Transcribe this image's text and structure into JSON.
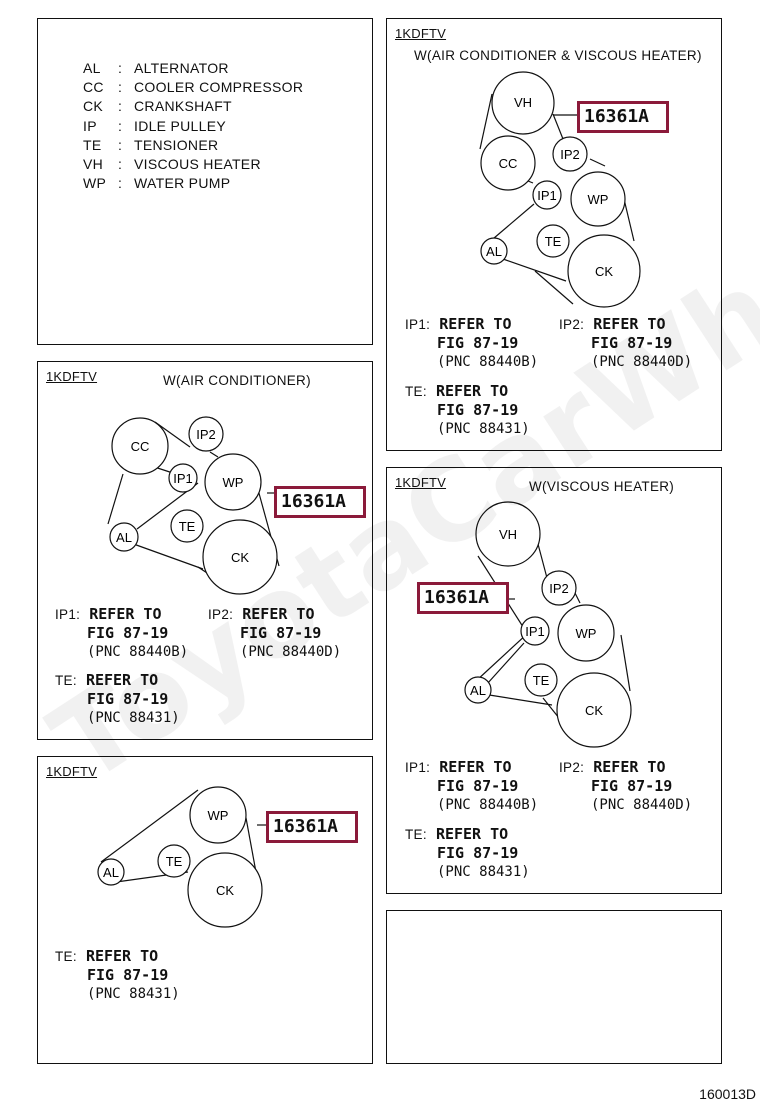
{
  "legend": {
    "items": [
      {
        "abbr": "AL",
        "sep": ":",
        "name": "ALTERNATOR"
      },
      {
        "abbr": "CC",
        "sep": ":",
        "name": "COOLER COMPRESSOR"
      },
      {
        "abbr": "CK",
        "sep": ":",
        "name": "CRANKSHAFT"
      },
      {
        "abbr": "IP",
        "sep": ":",
        "name": "IDLE PULLEY"
      },
      {
        "abbr": "TE",
        "sep": ":",
        "name": "TENSIONER"
      },
      {
        "abbr": "VH",
        "sep": ":",
        "name": "VISCOUS HEATER"
      },
      {
        "abbr": "WP",
        "sep": ":",
        "name": "WATER PUMP"
      }
    ]
  },
  "pulleys": {
    "AL": "AL",
    "CC": "CC",
    "CK": "CK",
    "IP1": "IP1",
    "IP2": "IP2",
    "TE": "TE",
    "VH": "VH",
    "WP": "WP"
  },
  "refs": {
    "ip1_label": "IP1:",
    "ip2_label": "IP2:",
    "te_label": "TE:",
    "refer_to": "REFER TO",
    "fig": "FIG 87-19",
    "pnc_ip1": "(PNC 88440B)",
    "pnc_ip2": "(PNC 88440D)",
    "pnc_te": "(PNC 88431)"
  },
  "panels": {
    "ac_vh": {
      "engine": "1KDFTV",
      "caption": "W(AIR CONDITIONER & VISCOUS HEATER)",
      "part_no": "16361A"
    },
    "ac": {
      "engine": "1KDFTV",
      "caption": "W(AIR CONDITIONER)",
      "part_no": "16361A"
    },
    "vh": {
      "engine": "1KDFTV",
      "caption": "W(VISCOUS HEATER)",
      "part_no": "16361A"
    },
    "base": {
      "engine": "1KDFTV",
      "part_no": "16361A"
    }
  },
  "watermark": "ToyotaCarWheel.ru",
  "figure_code": "160013D"
}
